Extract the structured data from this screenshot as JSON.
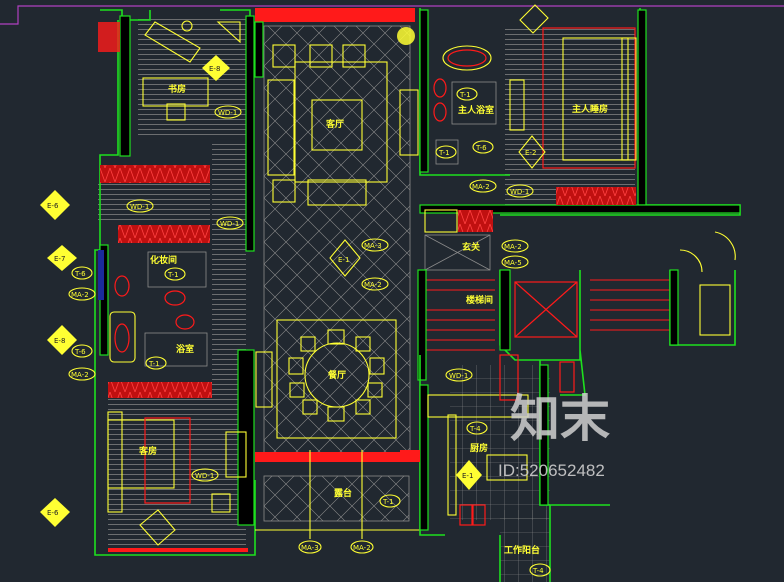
{
  "rooms": {
    "study": "书房",
    "living": "客厅",
    "master_bath": "主人浴室",
    "master_bed": "主人睡房",
    "vanity": "化妆间",
    "bath": "浴室",
    "guest_room": "客房",
    "dining": "餐厅",
    "terrace": "露台",
    "foyer": "玄关",
    "stair": "楼梯间",
    "kitchen": "厨房",
    "work_balcony": "工作阳台"
  },
  "tags": {
    "wd1": "WD-1",
    "ma2": "MA-2",
    "ma3": "MA-3",
    "ma5": "MA-5",
    "t6": "T-6",
    "t1": "T-1",
    "t4": "T-4",
    "e6": "E-6",
    "e7": "E-7",
    "e8": "E-8",
    "e1": "E-1",
    "e2": "E-2"
  },
  "watermark": {
    "brand": "知末",
    "id": "ID:520652482"
  },
  "colors": {
    "background": "#212830",
    "wall": "#1ee01e",
    "red": "#ff1a1a",
    "furniture": "#ffff33",
    "hatch": "#8c8c8c",
    "frame": "#b040c0"
  }
}
